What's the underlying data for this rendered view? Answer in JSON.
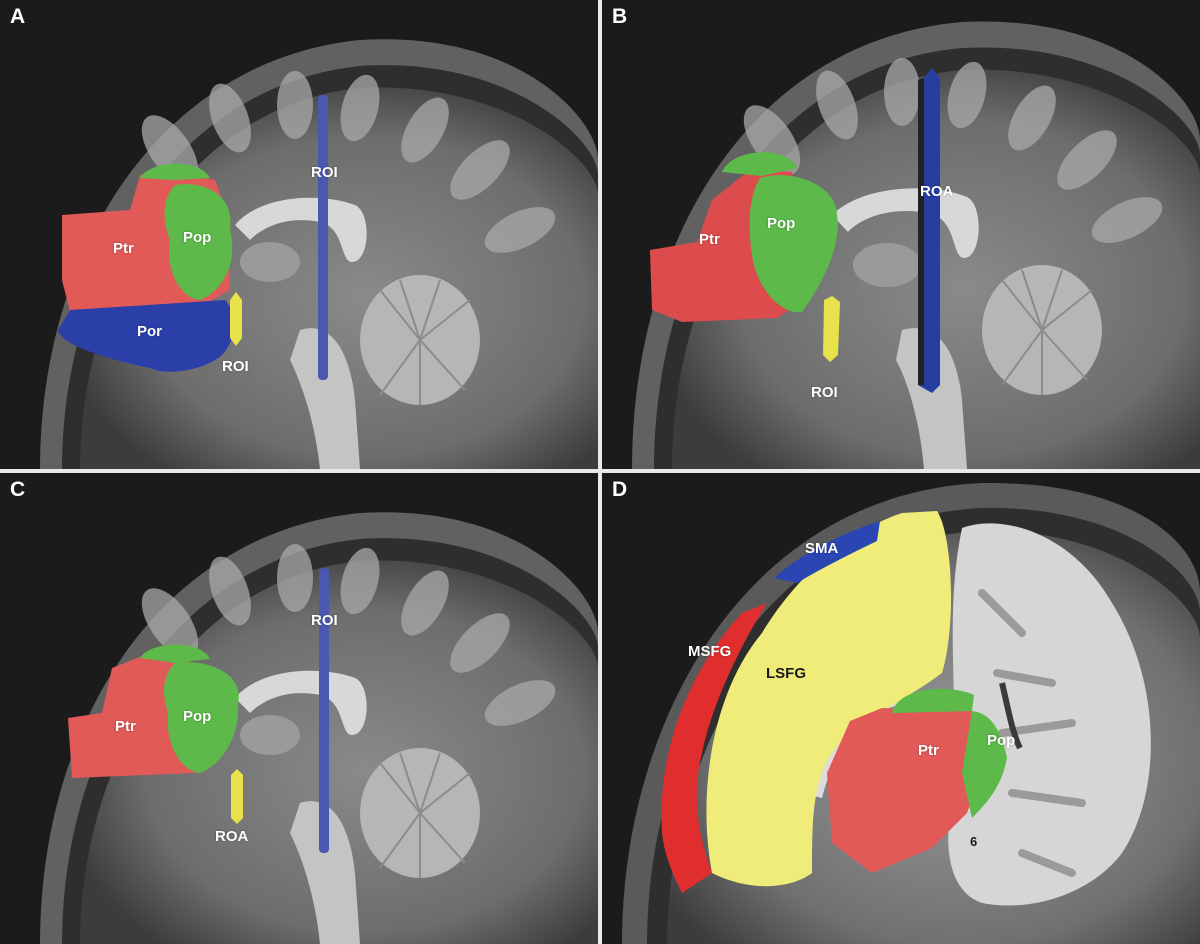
{
  "figure": {
    "layout": "2x2 grid of sagittal MRI brain panels with 3D region-of-interest overlays",
    "colors": {
      "background_dark": "#1c1b1c",
      "divider": "#e9e9e9",
      "ptr_red": "#e15a58",
      "pop_green": "#5dba4a",
      "por_blue": "#2a3fa8",
      "roi_blue": "#4a58b0",
      "roi_yellow": "#e8e24a",
      "lsfg_yellow": "#efec7a",
      "msfg_red": "#e02e2e",
      "sma_blue": "#2b46b3"
    },
    "panels": [
      {
        "letter": "A",
        "labels": {
          "ptr": "Ptr",
          "pop": "Pop",
          "por": "Por",
          "roi_vertical": "ROI",
          "roi_small": "ROI"
        }
      },
      {
        "letter": "B",
        "labels": {
          "ptr": "Ptr",
          "pop": "Pop",
          "roa_vertical": "ROA",
          "roi_small": "ROI"
        }
      },
      {
        "letter": "C",
        "labels": {
          "ptr": "Ptr",
          "pop": "Pop",
          "roi_vertical": "ROI",
          "roa_small": "ROA"
        }
      },
      {
        "letter": "D",
        "labels": {
          "sma": "SMA",
          "msfg": "MSFG",
          "lsfg": "LSFG",
          "ptr": "Ptr",
          "pop": "Pop",
          "number": "6"
        }
      }
    ]
  }
}
